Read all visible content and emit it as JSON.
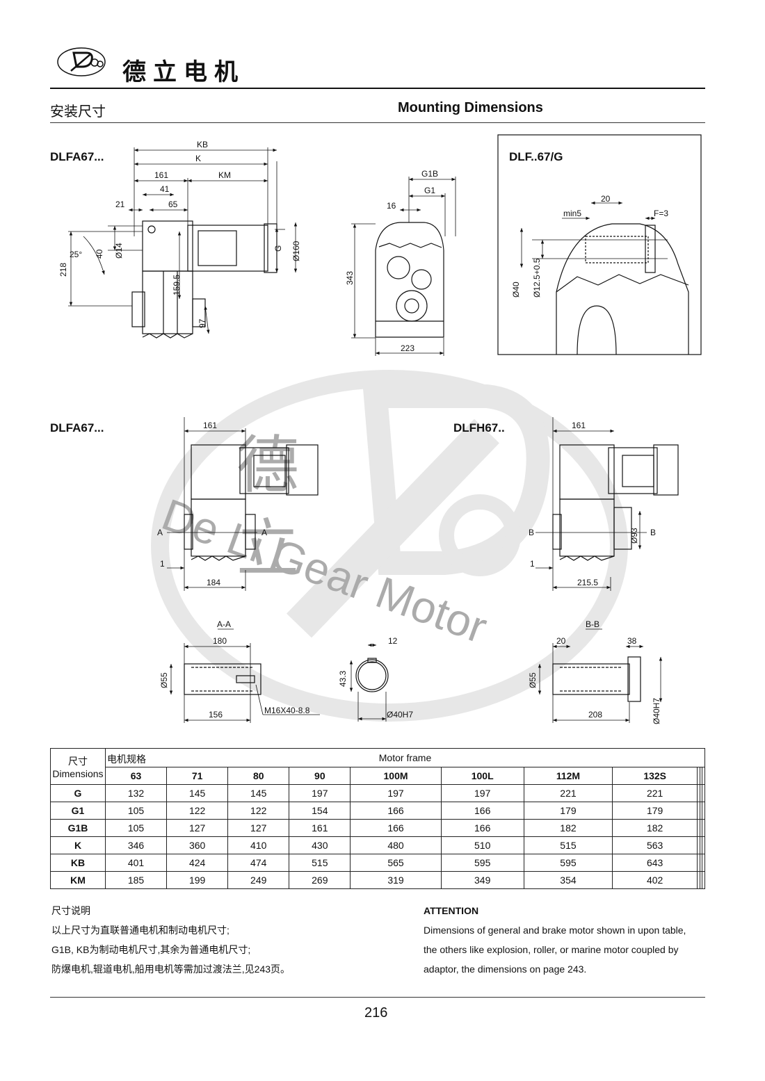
{
  "header": {
    "logo_lettering": "德立 De Li Gear Motor",
    "brand_name": "德立电机",
    "title_cn": "安装尺寸",
    "title_en": "Mounting Dimensions"
  },
  "models": {
    "top_left": "DLFA67...",
    "top_right_box": "DLF..67/G",
    "mid_left": "DLFA67...",
    "mid_right": "DLFH67.."
  },
  "watermark": {
    "cn": [
      "德",
      "立"
    ],
    "en": "De Li Gear Motor"
  },
  "dims": {
    "kb": "KB",
    "k": "K",
    "d161": "161",
    "km": "KM",
    "d41": "41",
    "d21": "21",
    "d65": "65",
    "a25": "25°",
    "d40": "40",
    "o14": "Ø14",
    "d218": "218",
    "d1595": "159.5",
    "d97": "97",
    "g": "G",
    "o160": "Ø160",
    "g1b": "G1B",
    "g1": "G1",
    "d16": "16",
    "d343": "343",
    "d223": "223",
    "d20": "20",
    "min5": "min5",
    "f3": "F=3",
    "o40": "Ø40",
    "o125": "Ø12.5+0.5",
    "m161": "161",
    "sec_a_l": "A",
    "sec_a_r": "A",
    "d1a": "1",
    "d184": "184",
    "h161": "161",
    "sec_b_l": "B",
    "sec_b_r": "B",
    "o93": "Ø93",
    "d1b": "1",
    "d2155": "215.5",
    "aa": "A-A",
    "d180": "180",
    "o55a": "Ø55",
    "d156": "156",
    "m16": "M16X40-8.8",
    "d12": "12",
    "d433": "43.3",
    "o40h7a": "Ø40H7",
    "bb": "B-B",
    "d20b": "20",
    "d38": "38",
    "o55b": "Ø55",
    "d208": "208",
    "o40h7b": "Ø40H7"
  },
  "table": {
    "corner_cn": "尺寸",
    "corner_en": "Dimensions",
    "frame_cn": "电机规格",
    "frame_en": "Motor frame",
    "columns": [
      "63",
      "71",
      "80",
      "90",
      "100M",
      "100L",
      "112M",
      "132S",
      "",
      "",
      ""
    ],
    "rows": [
      {
        "label": "G",
        "values": [
          "132",
          "145",
          "145",
          "197",
          "197",
          "197",
          "221",
          "221",
          "",
          "",
          ""
        ]
      },
      {
        "label": "G1",
        "values": [
          "105",
          "122",
          "122",
          "154",
          "166",
          "166",
          "179",
          "179",
          "",
          "",
          ""
        ]
      },
      {
        "label": "G1B",
        "values": [
          "105",
          "127",
          "127",
          "161",
          "166",
          "166",
          "182",
          "182",
          "",
          "",
          ""
        ]
      },
      {
        "label": "K",
        "values": [
          "346",
          "360",
          "410",
          "430",
          "480",
          "510",
          "515",
          "563",
          "",
          "",
          ""
        ]
      },
      {
        "label": "KB",
        "values": [
          "401",
          "424",
          "474",
          "515",
          "565",
          "595",
          "595",
          "643",
          "",
          "",
          ""
        ]
      },
      {
        "label": "KM",
        "values": [
          "185",
          "199",
          "249",
          "269",
          "319",
          "349",
          "354",
          "402",
          "",
          "",
          ""
        ]
      }
    ]
  },
  "notes": {
    "cn_title": "尺寸说明",
    "cn_lines": [
      "以上尺寸为直联普通电机和制动电机尺寸;",
      "G1B, KB为制动电机尺寸,其余为普通电机尺寸;",
      "防爆电机,辊道电机,船用电机等需加过渡法兰,见243页。"
    ],
    "en_title": "ATTENTION",
    "en_lines": [
      "Dimensions of general and brake motor shown in upon table,",
      "the others like explosion, roller, or marine motor coupled by",
      "adaptor, the dimensions on page 243."
    ]
  },
  "footer": {
    "page_number": "216"
  }
}
